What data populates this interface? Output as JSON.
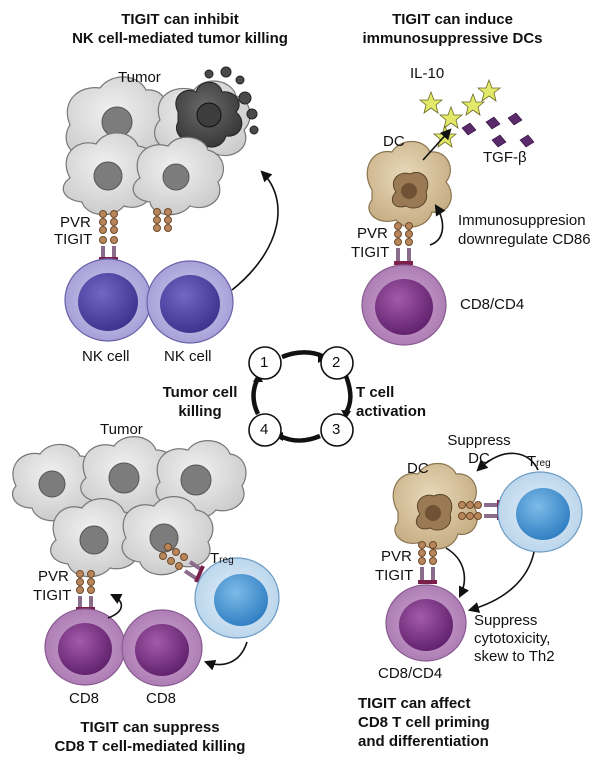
{
  "panels": {
    "nk": {
      "title_line1": "TIGIT can inhibit",
      "title_line2": "NK cell-mediated tumor killing",
      "tumor_label": "Tumor",
      "pvr_label": "PVR",
      "tigit_label": "TIGIT",
      "nk_label_1": "NK cell",
      "nk_label_2": "NK cell"
    },
    "dc": {
      "title_line1": "TIGIT can induce",
      "title_line2": "immunosuppressive DCs",
      "il10_label": "IL-10",
      "tgfb_label": "TGF-β",
      "dc_label": "DC",
      "immuno_line1": "Immunosuppresion",
      "immuno_line2": "downregulate CD86",
      "pvr_label": "PVR",
      "tigit_label": "TIGIT",
      "cd_label": "CD8/CD4"
    },
    "cycle": {
      "steps": [
        "1",
        "2",
        "3",
        "4"
      ],
      "left_line1": "Tumor cell",
      "left_line2": "killing",
      "right_line1": "T cell",
      "right_line2": "activation"
    },
    "cd8": {
      "title_line1": "TIGIT can suppress",
      "title_line2": "CD8 T cell-mediated killing",
      "tumor_label": "Tumor",
      "treg_T": "T",
      "treg_sub": "reg",
      "pvr_label": "PVR",
      "tigit_label": "TIGIT",
      "cd8_label_1": "CD8",
      "cd8_label_2": "CD8"
    },
    "priming": {
      "title_line1": "TIGIT can affect",
      "title_line2": "CD8 T cell priming",
      "title_line3": "and differentiation",
      "suppress_dc_line1": "Suppress",
      "suppress_dc_line2": "DC",
      "treg_T": "T",
      "treg_sub": "reg",
      "dc_label": "DC",
      "pvr_label": "PVR",
      "tigit_label": "TIGIT",
      "suppress_line1": "Suppress",
      "suppress_line2": "cytotoxicity,",
      "suppress_line3": "skew to Th2",
      "cd_label": "CD8/CD4"
    }
  }
}
